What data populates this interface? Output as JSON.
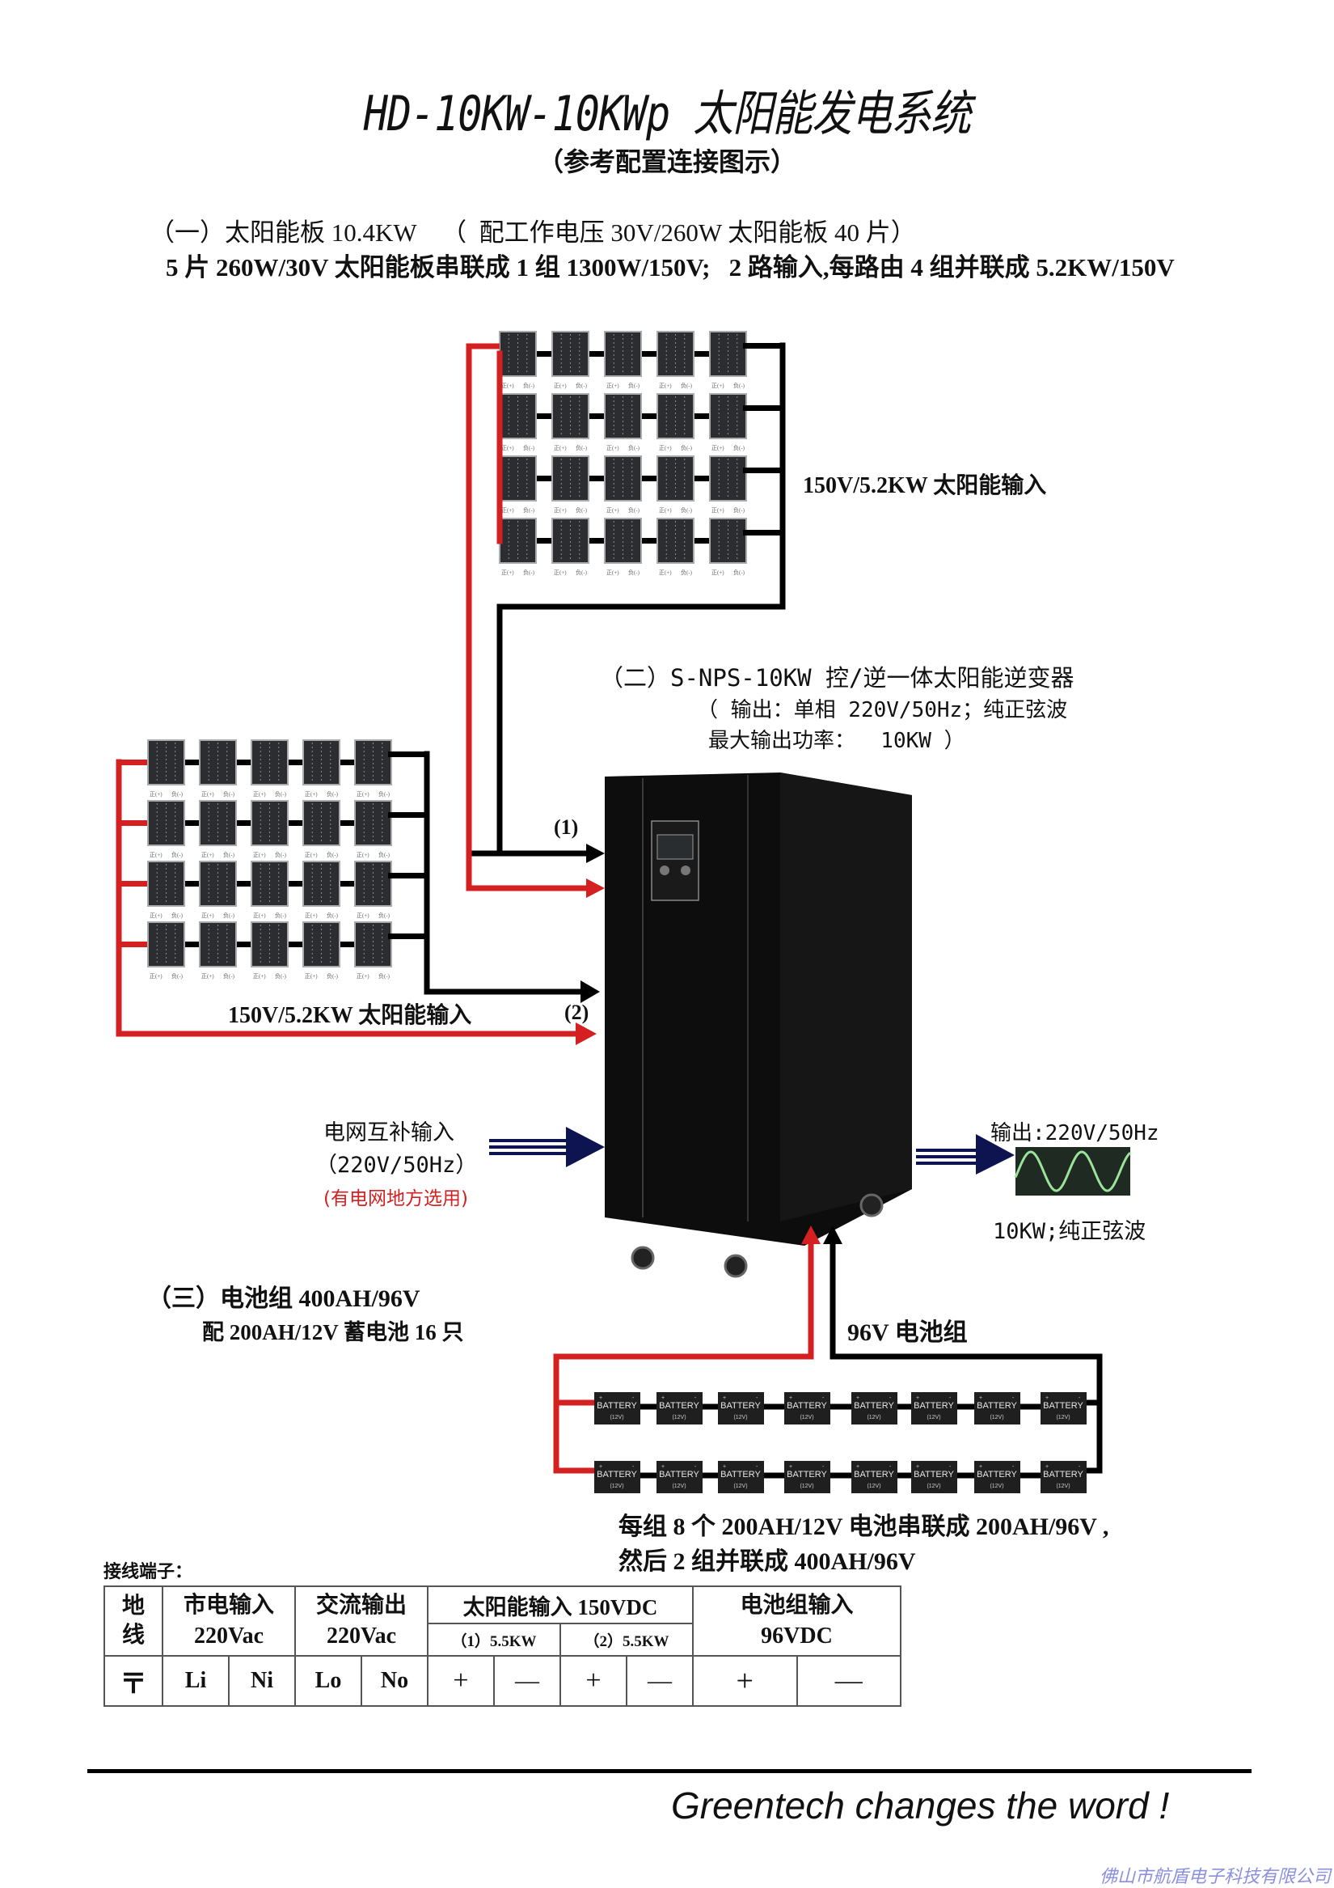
{
  "header": {
    "title": "HD-10KW-10KWp 太阳能发电系统",
    "subtitle": "（参考配置连接图示）"
  },
  "solar_section": {
    "line1": "（一）太阳能板 10.4KW    （  配工作电压 30V/260W 太阳能板 40 片）",
    "line2": "5 片 260W/30V 太阳能板串联成 1 组 1300W/150V;   2 路输入,每路由 4 组并联成 5.2KW/150V",
    "array1_label": "150V/5.2KW 太阳能输入",
    "array2_label": "150V/5.2KW 太阳能输入",
    "panel_terminal_pos": "正(+)",
    "panel_terminal_neg": "负(-)",
    "input1_label": "(1)",
    "input2_label": "(2)",
    "arrays": 2,
    "strings_per_array": 4,
    "panels_per_string": 5
  },
  "inverter_section": {
    "heading": "（二）S-NPS-10KW 控/逆一体太阳能逆变器",
    "spec_line1": "（ 输出：单相 220V/50Hz；纯正弦波",
    "spec_line2": "最大输出功率：  10KW ）"
  },
  "grid_input": {
    "label": "电网互补输入",
    "spec": "（220V/50Hz）",
    "note": "(有电网地方选用)"
  },
  "output": {
    "label": "输出:220V/50Hz",
    "spec": "10KW;纯正弦波",
    "waveform": "sine"
  },
  "battery_section": {
    "heading": "（三）电池组 400AH/96V",
    "sub": "配 200AH/12V 蓄电池 16 只",
    "bank_label": "96V 电池组",
    "battery_text": "BATTERY",
    "battery_voltage": "(12V)",
    "rows": 2,
    "per_row": 8,
    "note_line1": "每组 8 个 200AH/12V 电池串联成 200AH/96V ,",
    "note_line2": "然后 2 组并联成 400AH/96V"
  },
  "terminals": {
    "title": "接线端子：",
    "ground": {
      "line1": "地",
      "line2": "线",
      "symbol": "〒"
    },
    "mains": {
      "label": "市电输入",
      "spec": "220Vac",
      "pins": [
        "Li",
        "Ni"
      ]
    },
    "ac_out": {
      "label": "交流输出",
      "spec": "220Vac",
      "pins": [
        "Lo",
        "No"
      ]
    },
    "solar": {
      "label": "太阳能输入 150VDC",
      "sub1": "（1）5.5KW",
      "sub2": "（2）5.5KW",
      "pins": [
        "+",
        "—",
        "+",
        "—"
      ]
    },
    "battery": {
      "label": "电池组输入",
      "spec": "96VDC",
      "pins": [
        "+",
        "—"
      ]
    }
  },
  "footer": {
    "slogan": "Greentech changes the word !",
    "company": "佛山市航盾电子科技有限公司"
  },
  "colors": {
    "positive_wire": "#d42020",
    "negative_wire": "#000000",
    "ac_arrow": "#0d1450",
    "panel": "#2b2d30",
    "wave": "#9be29a"
  }
}
